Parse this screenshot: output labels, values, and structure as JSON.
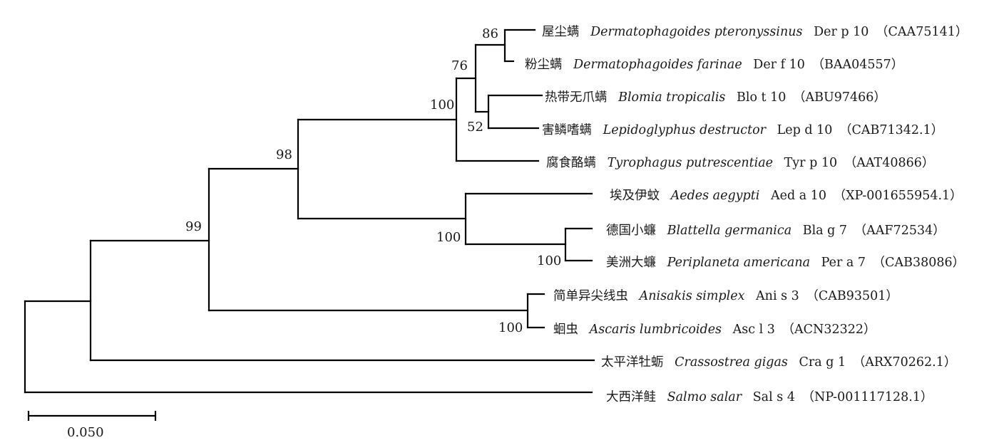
{
  "tree": {
    "leaves": [
      {
        "id": "derp",
        "cn": "屋尘螨",
        "species": "Dermatophagoides pteronyssinus",
        "allergen": "Der p 10",
        "accession": "（CAA75141）"
      },
      {
        "id": "derf",
        "cn": "粉尘螨",
        "species": "Dermatophagoides farinae",
        "allergen": "Der f 10",
        "accession": "（BAA04557）"
      },
      {
        "id": "blot",
        "cn": "热带无爪螨",
        "species": "Blomia tropicalis",
        "allergen": "Blo t 10",
        "accession": "（ABU97466）"
      },
      {
        "id": "lepd",
        "cn": "害鳞嗜螨",
        "species": "Lepidoglyphus destructor",
        "allergen": "Lep d 10",
        "accession": "（CAB71342.1）"
      },
      {
        "id": "tyrp",
        "cn": "腐食酪螨",
        "species": "Tyrophagus putrescentiae",
        "allergen": "Tyr p 10",
        "accession": "（AAT40866）"
      },
      {
        "id": "aeda",
        "cn": "埃及伊蚊",
        "species": "Aedes aegypti",
        "allergen": "Aed a 10",
        "accession": "（XP-001655954.1）"
      },
      {
        "id": "blag",
        "cn": "德国小蠊",
        "species": "Blattella germanica",
        "allergen": "Bla g 7",
        "accession": "（AAF72534）"
      },
      {
        "id": "pera",
        "cn": "美洲大蠊",
        "species": "Periplaneta americana",
        "allergen": "Per a 7",
        "accession": "（CAB38086）"
      },
      {
        "id": "anis",
        "cn": "简单异尖线虫",
        "species": "Anisakis simplex",
        "allergen": "Ani s 3",
        "accession": "（CAB93501）"
      },
      {
        "id": "ascl",
        "cn": "蛔虫",
        "species": "Ascaris lumbricoides",
        "allergen": "Asc l 3",
        "accession": "（ACN32322）"
      },
      {
        "id": "crag",
        "cn": "太平洋牡蛎",
        "species": "Crassostrea gigas",
        "allergen": "Cra g 1",
        "accession": "（ARX70262.1）"
      },
      {
        "id": "sals",
        "cn": "大西洋鲑",
        "species": "Salmo salar",
        "allergen": "Sal s 4",
        "accession": "（NP-001117128.1）"
      }
    ],
    "bootstrap": {
      "n_derp_derf": "86",
      "n_blot_lepd": "52",
      "n_dermato_astig": "76",
      "n_mites": "100",
      "n_blag_pera": "100",
      "n_insects": "100",
      "n_arthropods": "98",
      "n_nematodes": "100",
      "n_ecdysozoa": "99"
    },
    "scale_bar": {
      "value": 0.05,
      "label": "0.050"
    }
  }
}
